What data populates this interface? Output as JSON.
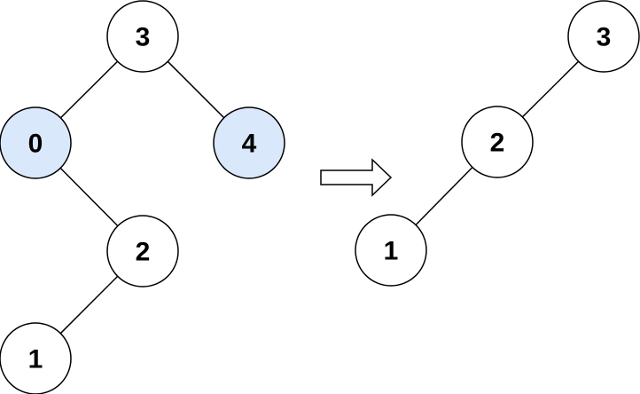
{
  "colors": {
    "highlight_fill": "#dae8fc",
    "highlight_stroke": "#6c8ebf",
    "normal_fill": "#ffffff",
    "normal_stroke": "#000000"
  },
  "before_tree": {
    "nodes": [
      {
        "id": "b3",
        "label": "3",
        "highlighted": false
      },
      {
        "id": "b0",
        "label": "0",
        "highlighted": true
      },
      {
        "id": "b4",
        "label": "4",
        "highlighted": true
      },
      {
        "id": "b2",
        "label": "2",
        "highlighted": false
      },
      {
        "id": "b1",
        "label": "1",
        "highlighted": false
      }
    ],
    "edges": [
      {
        "from": "b3",
        "to": "b0"
      },
      {
        "from": "b3",
        "to": "b4"
      },
      {
        "from": "b0",
        "to": "b2"
      },
      {
        "from": "b2",
        "to": "b1"
      }
    ]
  },
  "transform_arrow": {
    "icon": "right-arrow-icon"
  },
  "after_tree": {
    "nodes": [
      {
        "id": "a3",
        "label": "3",
        "highlighted": false
      },
      {
        "id": "a2",
        "label": "2",
        "highlighted": false
      },
      {
        "id": "a1",
        "label": "1",
        "highlighted": false
      }
    ],
    "edges": [
      {
        "from": "a3",
        "to": "a2"
      },
      {
        "from": "a2",
        "to": "a1"
      }
    ]
  }
}
